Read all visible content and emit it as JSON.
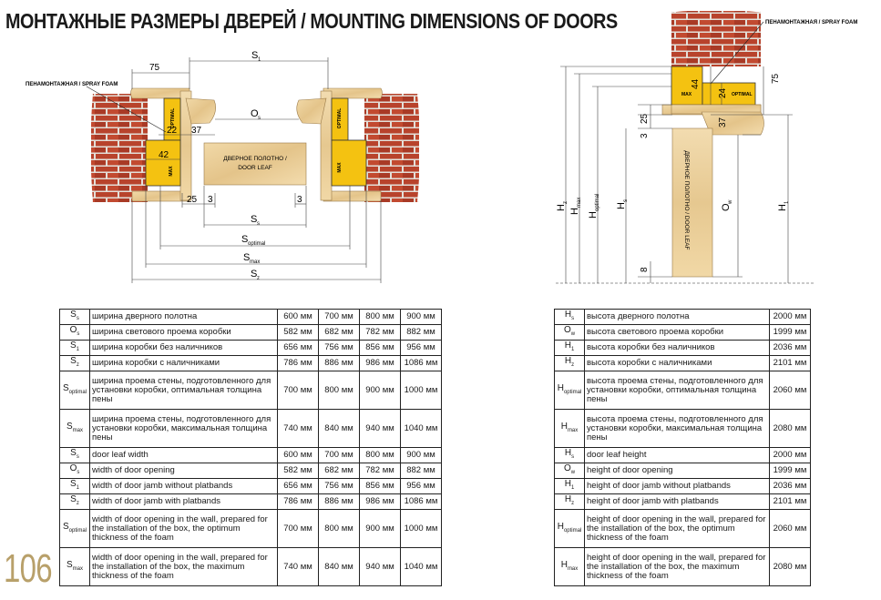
{
  "title": "МОНТАЖНЫЕ РАЗМЕРЫ ДВЕРЕЙ / MOUNTING DIMENSIONS OF DOORS",
  "page_number": "106",
  "diagram_left": {
    "spray_foam": "ПЕНАМОНТАЖНАЯ / SPRAY FOAM",
    "optimal": "OPTIMAL",
    "max": "MAX",
    "door_leaf": [
      "ДВЕРНОЕ ПОЛОТНО /",
      "DOOR LEAF"
    ],
    "dims": {
      "d75": "75",
      "d22": "22",
      "d37": "37",
      "d42": "42",
      "d25": "25",
      "d3a": "3",
      "d3b": "3"
    },
    "labels": {
      "S1": "S",
      "S1_sub": "1",
      "Os": "O",
      "Os_sub": "s",
      "Ss": "S",
      "Ss_sub": "s",
      "Sopt": "S",
      "Sopt_sub": "optimal",
      "Smax": "S",
      "Smax_sub": "max",
      "Sz": "S",
      "Sz_sub": "z"
    }
  },
  "diagram_right": {
    "spray_foam": "ПЕНАМОНТАЖНАЯ / SPRAY FOAM",
    "optimal": "OPTIMAL",
    "max": "MAX",
    "door_leaf": "ДВЕРНОЕ ПОЛОТНО / DOOR LEAF",
    "dims": {
      "d44": "44",
      "d24": "24",
      "d75": "75",
      "d25": "25",
      "d37": "37",
      "d3": "3",
      "d8": "8"
    },
    "labels": {
      "Hz": "H",
      "Hz_sub": "z",
      "Hmax": "H",
      "Hmax_sub": "max",
      "Hopt": "H",
      "Hopt_sub": "optimal",
      "Hs": "H",
      "Hs_sub": "s",
      "Ow": "O",
      "Ow_sub": "w",
      "H1": "H",
      "H1_sub": "1"
    }
  },
  "table_ru_left": [
    {
      "sym": "S",
      "sub": "s",
      "desc": "ширина дверного полотна",
      "v": [
        "600 мм",
        "700 мм",
        "800 мм",
        "900 мм"
      ]
    },
    {
      "sym": "O",
      "sub": "s",
      "desc": "ширина светового проема коробки",
      "v": [
        "582 мм",
        "682 мм",
        "782 мм",
        "882 мм"
      ]
    },
    {
      "sym": "S",
      "sub": "1",
      "desc": "ширина коробки без наличников",
      "v": [
        "656 мм",
        "756 мм",
        "856 мм",
        "956 мм"
      ]
    },
    {
      "sym": "S",
      "sub": "z",
      "desc": "ширина коробки с наличниками",
      "v": [
        "786 мм",
        "886 мм",
        "986 мм",
        "1086 мм"
      ]
    },
    {
      "sym": "S",
      "sub": "optimal",
      "desc": "ширина проема стены, подготовленного для установки коробки, оптимальная толщина пены",
      "v": [
        "700 мм",
        "800 мм",
        "900 мм",
        "1000 мм"
      ]
    },
    {
      "sym": "S",
      "sub": "max",
      "desc": "ширина проема стены, подготовленного для установки коробки, максимальная толщина пены",
      "v": [
        "740 мм",
        "840 мм",
        "940 мм",
        "1040 мм"
      ]
    }
  ],
  "table_en_left": [
    {
      "sym": "S",
      "sub": "s",
      "desc": "door leaf width",
      "v": [
        "600 мм",
        "700 мм",
        "800 мм",
        "900 мм"
      ]
    },
    {
      "sym": "O",
      "sub": "s",
      "desc": "width of door opening",
      "v": [
        "582 мм",
        "682 мм",
        "782 мм",
        "882 мм"
      ]
    },
    {
      "sym": "S",
      "sub": "1",
      "desc": "width of door jamb without platbands",
      "v": [
        "656 мм",
        "756 мм",
        "856 мм",
        "956 мм"
      ]
    },
    {
      "sym": "S",
      "sub": "z",
      "desc": "width of door jamb with platbands",
      "v": [
        "786 мм",
        "886 мм",
        "986 мм",
        "1086 мм"
      ]
    },
    {
      "sym": "S",
      "sub": "optimal",
      "desc": "width of door opening in the wall, prepared for the installation of the box, the optimum thickness of the foam",
      "v": [
        "700 мм",
        "800 мм",
        "900 мм",
        "1000 мм"
      ]
    },
    {
      "sym": "S",
      "sub": "max",
      "desc": "width of door opening in the wall, prepared for the installation of the box, the maximum thickness of the foam",
      "v": [
        "740 мм",
        "840 мм",
        "940 мм",
        "1040 мм"
      ]
    }
  ],
  "table_ru_right": [
    {
      "sym": "H",
      "sub": "s",
      "desc": "высота дверного полотна",
      "v": "2000 мм"
    },
    {
      "sym": "O",
      "sub": "w",
      "desc": "высота светового проема коробки",
      "v": "1999 мм"
    },
    {
      "sym": "H",
      "sub": "1",
      "desc": "высота коробки без наличников",
      "v": "2036 мм"
    },
    {
      "sym": "H",
      "sub": "z",
      "desc": "высота коробки с наличниками",
      "v": "2101 мм"
    },
    {
      "sym": "H",
      "sub": "optimal",
      "desc": "высота проема стены, подготовленного для установки коробки, оптимальная толщина пены",
      "v": "2060 мм"
    },
    {
      "sym": "H",
      "sub": "max",
      "desc": "высота проема стены, подготовленного для установки коробки, максимальная толщина пены",
      "v": "2080 мм"
    }
  ],
  "table_en_right": [
    {
      "sym": "H",
      "sub": "s",
      "desc": "door leaf height",
      "v": "2000 мм"
    },
    {
      "sym": "O",
      "sub": "w",
      "desc": "height of door opening",
      "v": "1999 мм"
    },
    {
      "sym": "H",
      "sub": "1",
      "desc": "height of door jamb without platbands",
      "v": "2036 мм"
    },
    {
      "sym": "H",
      "sub": "z",
      "desc": "height of door jamb with platbands",
      "v": "2101 мм"
    },
    {
      "sym": "H",
      "sub": "optimal",
      "desc": "height of door opening in the wall, prepared for the installation of the box, the optimum thickness of the foam",
      "v": "2060 мм"
    },
    {
      "sym": "H",
      "sub": "max",
      "desc": "height of door opening in the wall, prepared for the installation of the box, the maximum thickness of the foam",
      "v": "2080 мм"
    }
  ]
}
